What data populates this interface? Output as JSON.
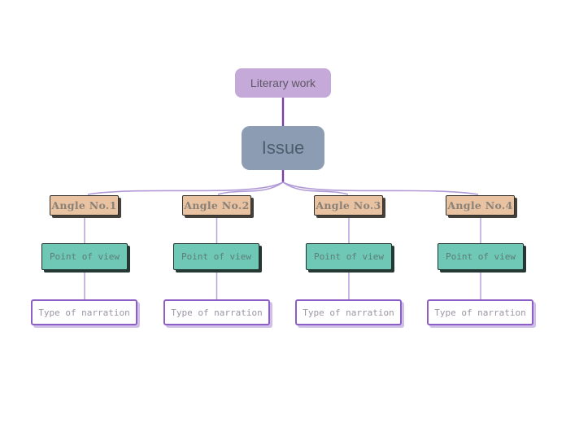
{
  "canvas": {
    "background": "#ffffff"
  },
  "nodes": {
    "root": {
      "label": "Literary work",
      "fill": "#c5aad9",
      "text_color": "#5d5765"
    },
    "issue": {
      "label": "Issue",
      "fill": "#8c9db3",
      "text_color": "#4d5d6d"
    },
    "branches": [
      {
        "angle": "Angle No.1",
        "point": "Point of view",
        "narration": "Type of narration"
      },
      {
        "angle": "Angle No.2",
        "point": "Point of view",
        "narration": "Type of narration"
      },
      {
        "angle": "Angle No.3",
        "point": "Point of view",
        "narration": "Type of narration"
      },
      {
        "angle": "Angle No.4",
        "point": "Point of view",
        "narration": "Type of narration"
      }
    ],
    "angle_style": {
      "fill": "#e9c3a1",
      "border": "#332f2a",
      "shadow": "#46403a",
      "text_color": "#8a8177"
    },
    "point_style": {
      "fill": "#6fc7b5",
      "border": "#20332e",
      "shadow": "#263833",
      "text_color": "#5c7e78"
    },
    "narration_style": {
      "fill": "#ffffff",
      "border": "#8d5fc4",
      "shadow": "#cfbfe9",
      "text_color": "#9c95a4"
    }
  },
  "connectors": {
    "trunk_color": "#7b3fa3",
    "branch_color": "#b19bd6"
  }
}
